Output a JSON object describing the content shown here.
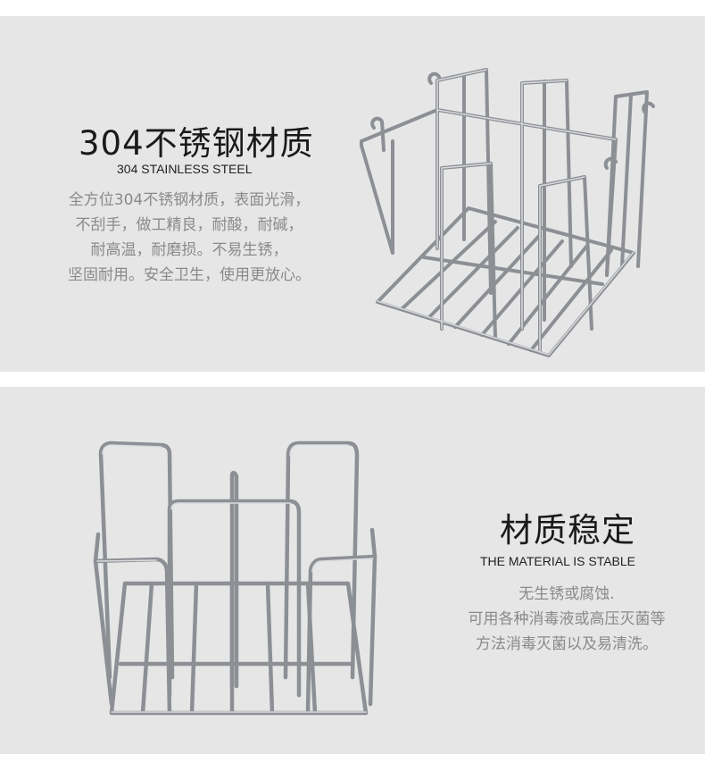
{
  "section1": {
    "heading": "304不锈钢材质",
    "subheading": "304 STAINLESS STEEL",
    "lines": [
      "全方位304不锈钢材质，表面光滑，",
      "不刮手，做工精良，耐酸，耐碱，",
      "耐高温，耐磨损。不易生锈，",
      "坚固耐用。安全卫生，使用更放心。"
    ]
  },
  "section2": {
    "heading": "材质稳定",
    "subheading": "THE MATERIAL IS STABLE",
    "lines": [
      "无生锈或腐蚀.",
      "可用各种消毒液或高压灭菌等",
      "方法消毒灭菌以及易清洗。"
    ]
  },
  "colors": {
    "panel_background": "#e6e6e6",
    "heading_text": "#1a1a1a",
    "body_text": "#8a8a8a",
    "wire_steel": "#9a9ca0"
  }
}
